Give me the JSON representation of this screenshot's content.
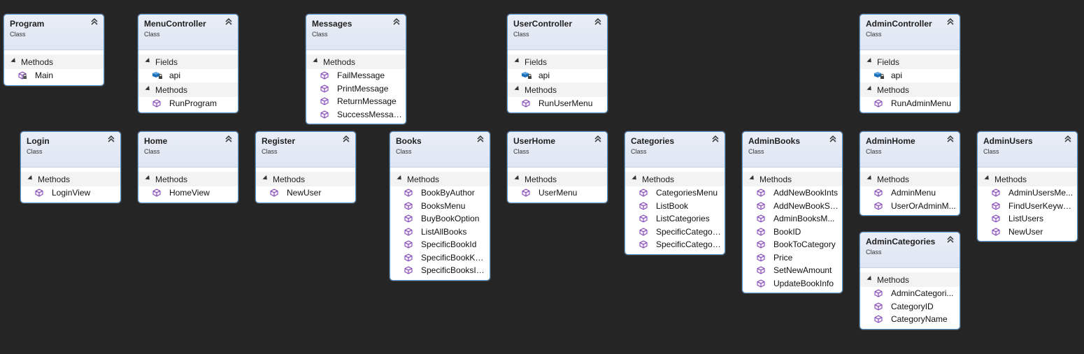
{
  "diagram": {
    "classes": [
      {
        "id": "program",
        "name": "Program",
        "kind": "Class",
        "sections": [
          {
            "label": "Methods",
            "members": [
              {
                "name": "Main",
                "type": "method-private"
              }
            ]
          }
        ]
      },
      {
        "id": "menucontroller",
        "name": "MenuController",
        "kind": "Class",
        "sections": [
          {
            "label": "Fields",
            "members": [
              {
                "name": "api",
                "type": "field-private"
              }
            ]
          },
          {
            "label": "Methods",
            "members": [
              {
                "name": "RunProgram",
                "type": "method"
              }
            ]
          }
        ]
      },
      {
        "id": "messages",
        "name": "Messages",
        "kind": "Class",
        "sections": [
          {
            "label": "Methods",
            "members": [
              {
                "name": "FailMessage",
                "type": "method"
              },
              {
                "name": "PrintMessage",
                "type": "method"
              },
              {
                "name": "ReturnMessage",
                "type": "method"
              },
              {
                "name": "SuccessMessage",
                "type": "method"
              }
            ]
          }
        ]
      },
      {
        "id": "usercontroller",
        "name": "UserController",
        "kind": "Class",
        "sections": [
          {
            "label": "Fields",
            "members": [
              {
                "name": "api",
                "type": "field-private"
              }
            ]
          },
          {
            "label": "Methods",
            "members": [
              {
                "name": "RunUserMenu",
                "type": "method"
              }
            ]
          }
        ]
      },
      {
        "id": "admincontroller",
        "name": "AdminController",
        "kind": "Class",
        "sections": [
          {
            "label": "Fields",
            "members": [
              {
                "name": "api",
                "type": "field-private"
              }
            ]
          },
          {
            "label": "Methods",
            "members": [
              {
                "name": "RunAdminMenu",
                "type": "method"
              }
            ]
          }
        ]
      },
      {
        "id": "login",
        "name": "Login",
        "kind": "Class",
        "sections": [
          {
            "label": "Methods",
            "members": [
              {
                "name": "LoginView",
                "type": "method"
              }
            ]
          }
        ]
      },
      {
        "id": "home",
        "name": "Home",
        "kind": "Class",
        "sections": [
          {
            "label": "Methods",
            "members": [
              {
                "name": "HomeView",
                "type": "method"
              }
            ]
          }
        ]
      },
      {
        "id": "register",
        "name": "Register",
        "kind": "Class",
        "sections": [
          {
            "label": "Methods",
            "members": [
              {
                "name": "NewUser",
                "type": "method"
              }
            ]
          }
        ]
      },
      {
        "id": "books",
        "name": "Books",
        "kind": "Class",
        "sections": [
          {
            "label": "Methods",
            "members": [
              {
                "name": "BookByAuthor",
                "type": "method"
              },
              {
                "name": "BooksMenu",
                "type": "method"
              },
              {
                "name": "BuyBookOption",
                "type": "method"
              },
              {
                "name": "ListAllBooks",
                "type": "method"
              },
              {
                "name": "SpecificBookId",
                "type": "method"
              },
              {
                "name": "SpecificBookKe...",
                "type": "method"
              },
              {
                "name": "SpecificBooksIn...",
                "type": "method"
              }
            ]
          }
        ]
      },
      {
        "id": "userhome",
        "name": "UserHome",
        "kind": "Class",
        "sections": [
          {
            "label": "Methods",
            "members": [
              {
                "name": "UserMenu",
                "type": "method"
              }
            ]
          }
        ]
      },
      {
        "id": "categories",
        "name": "Categories",
        "kind": "Class",
        "sections": [
          {
            "label": "Methods",
            "members": [
              {
                "name": "CategoriesMenu",
                "type": "method"
              },
              {
                "name": "ListBook",
                "type": "method"
              },
              {
                "name": "ListCategories",
                "type": "method"
              },
              {
                "name": "SpecificCategor...",
                "type": "method"
              },
              {
                "name": "SpecificCategor...",
                "type": "method"
              }
            ]
          }
        ]
      },
      {
        "id": "adminbooks",
        "name": "AdminBooks",
        "kind": "Class",
        "sections": [
          {
            "label": "Methods",
            "members": [
              {
                "name": "AddNewBookInts",
                "type": "method"
              },
              {
                "name": "AddNewBookSt...",
                "type": "method"
              },
              {
                "name": "AdminBooksM...",
                "type": "method"
              },
              {
                "name": "BookID",
                "type": "method"
              },
              {
                "name": "BookToCategory",
                "type": "method"
              },
              {
                "name": "Price",
                "type": "method"
              },
              {
                "name": "SetNewAmount",
                "type": "method"
              },
              {
                "name": "UpdateBookInfo",
                "type": "method"
              }
            ]
          }
        ]
      },
      {
        "id": "adminhome",
        "name": "AdminHome",
        "kind": "Class",
        "sections": [
          {
            "label": "Methods",
            "members": [
              {
                "name": "AdminMenu",
                "type": "method"
              },
              {
                "name": "UserOrAdminM...",
                "type": "method"
              }
            ]
          }
        ]
      },
      {
        "id": "adminusers",
        "name": "AdminUsers",
        "kind": "Class",
        "sections": [
          {
            "label": "Methods",
            "members": [
              {
                "name": "AdminUsersMe...",
                "type": "method"
              },
              {
                "name": "FindUserKeywo...",
                "type": "method"
              },
              {
                "name": "ListUsers",
                "type": "method"
              },
              {
                "name": "NewUser",
                "type": "method"
              }
            ]
          }
        ]
      },
      {
        "id": "admincategories",
        "name": "AdminCategories",
        "kind": "Class",
        "sections": [
          {
            "label": "Methods",
            "members": [
              {
                "name": "AdminCategori...",
                "type": "method"
              },
              {
                "name": "CategoryID",
                "type": "method"
              },
              {
                "name": "CategoryName",
                "type": "method"
              }
            ]
          }
        ]
      }
    ]
  },
  "colors": {
    "background": "#252526",
    "border": "#5b9bd5",
    "method_icon": "#7b3fb0",
    "field_icon": "#1f6fb5"
  },
  "icons": {
    "method": "method-cube-icon",
    "field": "field-icon",
    "collapse": "double-chevron-up-icon",
    "expand": "triangle-expand-icon"
  }
}
